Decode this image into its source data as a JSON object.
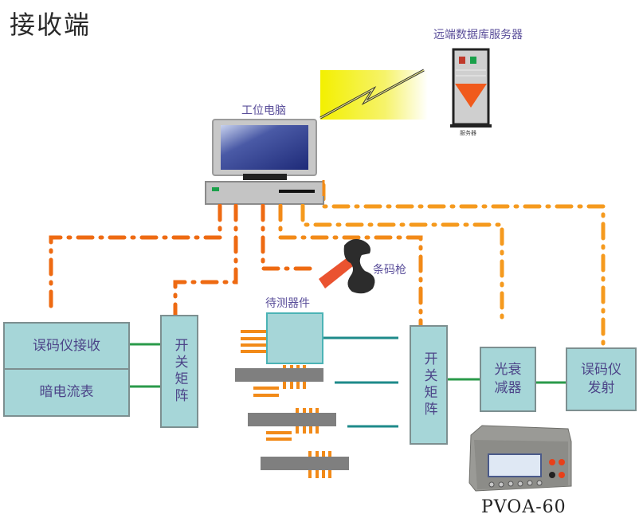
{
  "title": "接收端",
  "nodes": {
    "remote_server": {
      "label": "远端数据库服务器",
      "caption": "服务器"
    },
    "workstation": {
      "label": "工位电脑"
    },
    "barcode_scanner": {
      "label": "条码枪"
    },
    "dut": {
      "label": "待测器件"
    },
    "ber_receiver": {
      "label": "误码仪接收"
    },
    "dark_current_meter": {
      "label": "暗电流表"
    },
    "switch_matrix_left": {
      "label": "开关矩阵"
    },
    "switch_matrix_right": {
      "label": "开关矩阵"
    },
    "optical_attenuator": {
      "label": "光衰减器"
    },
    "ber_transmitter": {
      "label": "误码仪发射"
    },
    "attenuator_device": {
      "label": "PVOA-60"
    }
  },
  "colors": {
    "box_fill": "#a6d6d8",
    "control_line": "#f07820",
    "signal_line": "#2a9a4a",
    "fiber_line": "#1e8a8a",
    "label_text": "#5a4e9a"
  }
}
